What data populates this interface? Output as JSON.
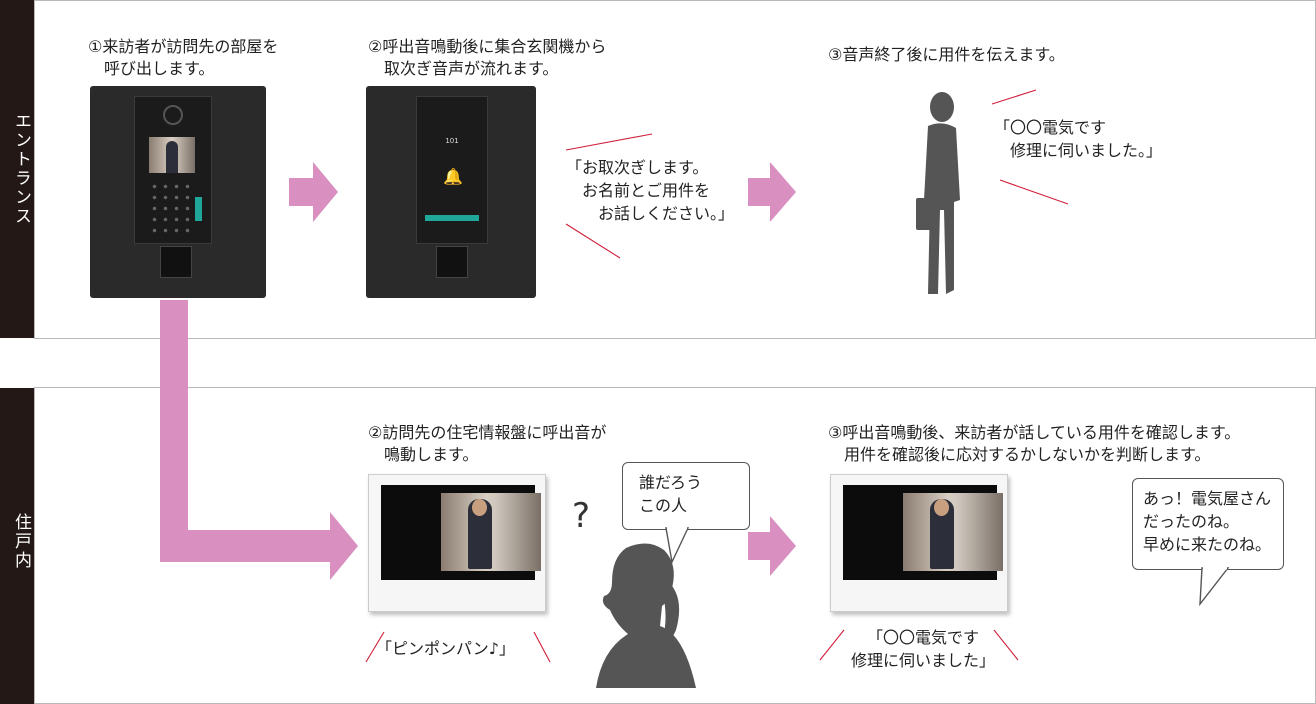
{
  "sections": {
    "entrance": "エントランス",
    "indoor": "住戸内"
  },
  "entrance": {
    "step1": [
      "①来訪者が訪問先の部屋を",
      "　呼び出します。"
    ],
    "step2": [
      "②呼出音鳴動後に集合玄関機から",
      "　取次ぎ音声が流れます。"
    ],
    "step3": [
      "③音声終了後に用件を伝えます。"
    ],
    "panel_speech": [
      "「お取次ぎします。",
      "　お名前とご用件を",
      "　　お話しください。」"
    ],
    "visitor_speech": [
      "「〇〇電気です",
      "　修理に伺いました。」"
    ],
    "panel_room": "101"
  },
  "indoor": {
    "step2": [
      "②訪問先の住宅情報盤に呼出音が",
      "　鳴動します。"
    ],
    "step3": [
      "③呼出音鳴動後、来訪者が話している用件を確認します。",
      "　用件を確認後に応対するかしないかを判断します。"
    ],
    "chime": "「ピンポンパン♪」",
    "question_mark": "?",
    "resident_thought": [
      "誰だろう",
      "この人"
    ],
    "monitor_speech": [
      "「〇〇電気です",
      "修理に伺いました」"
    ],
    "resident_response": [
      "あっ！電気屋さん",
      "だったのね。",
      "早めに来たのね。"
    ]
  },
  "colors": {
    "arrow": "#d98fbf",
    "sidebar": "#231815",
    "accent_line": "#d11f3a",
    "silhouette": "#555555"
  }
}
